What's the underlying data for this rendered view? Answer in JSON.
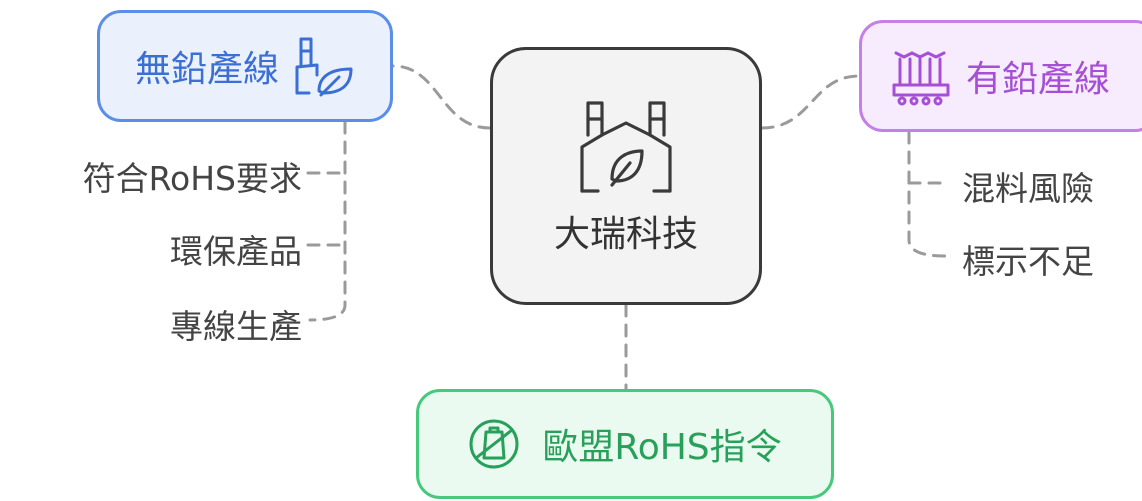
{
  "center": {
    "label": "大瑞科技",
    "icon": "factory-leaf-icon"
  },
  "lead_free": {
    "label": "無鉛產線",
    "icon": "factory-leaf-icon",
    "color": "#5b8ee6",
    "children": [
      "符合RoHS要求",
      "環保產品",
      "專線生產"
    ]
  },
  "leaded": {
    "label": "有鉛產線",
    "icon": "production-line-icon",
    "color": "#c57fe9",
    "children": [
      "混料風險",
      "標示不足"
    ]
  },
  "rohs": {
    "label": "歐盟RoHS指令",
    "icon": "no-hazard-icon",
    "color": "#46c97a"
  }
}
